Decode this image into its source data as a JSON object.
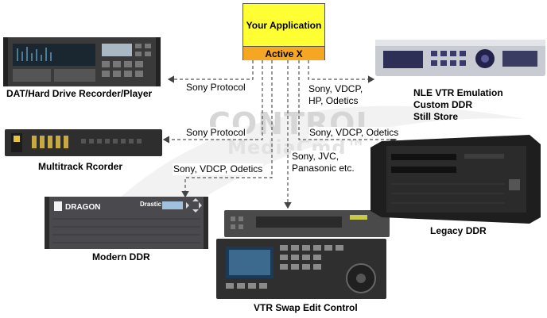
{
  "app": {
    "title": "Your Application",
    "layer": "Active X"
  },
  "watermark": {
    "line1": "CONTROL",
    "line2": "MediaCmd™"
  },
  "protocols": {
    "dat": "Sony Protocol",
    "multitrack": "Sony Protocol",
    "modern_ddr": "Sony, VDCP, Odetics",
    "vtr_swap": [
      "Sony, JVC,",
      "Panasonic etc."
    ],
    "nle": [
      "Sony, VDCP,",
      "HP, Odetics"
    ],
    "legacy": "Sony, VDCP, Odetics"
  },
  "devices": {
    "dat": "DAT/Hard Drive Recorder/Player",
    "multitrack": "Multitrack Rcorder",
    "modern_ddr": "Modern DDR",
    "vtr_swap": "VTR Swap Edit Control",
    "nle": [
      "NLE VTR Emulation",
      "Custom DDR",
      "Still Store"
    ],
    "legacy": "Legacy DDR"
  },
  "device_brand": {
    "dragon": "DRAGON",
    "drastic": "Drastic"
  },
  "colors": {
    "app_yellow": "#ffff33",
    "activex_orange": "#f5a623",
    "arrow": "#444444"
  }
}
